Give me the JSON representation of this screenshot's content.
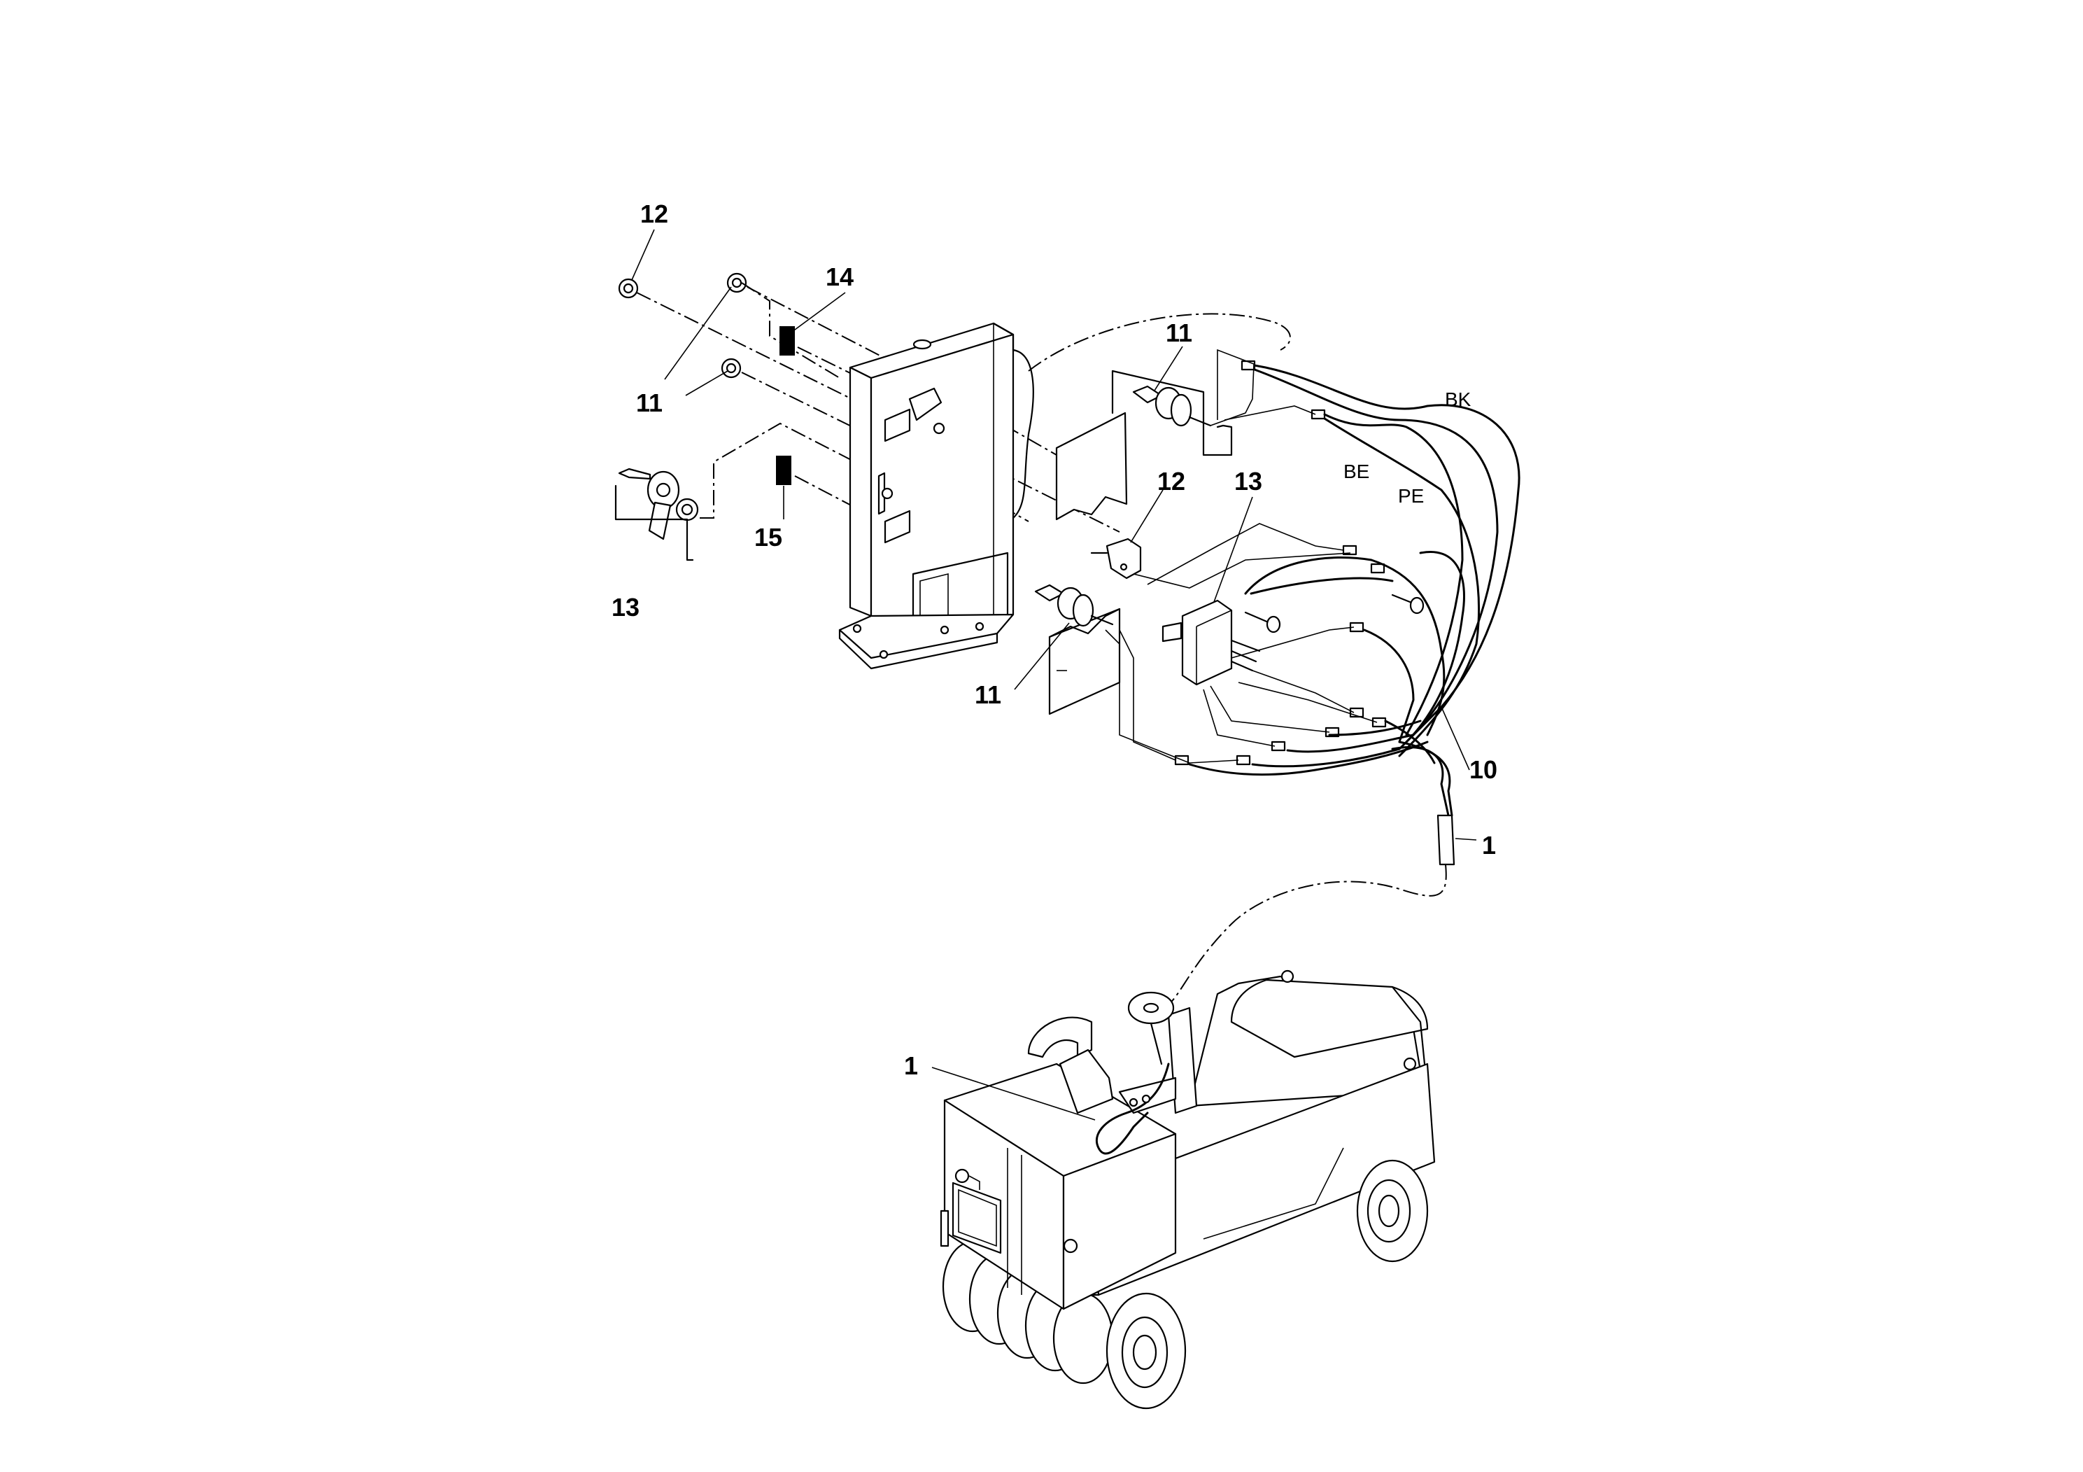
{
  "callouts": {
    "c12_top": "12",
    "c11_left": "11",
    "c14": "14",
    "c15": "15",
    "c13_left": "13",
    "c11_top": "11",
    "c12_mid": "12",
    "c13_mid": "13",
    "c11_bottom": "11",
    "c10": "10",
    "c1_cable": "1",
    "c1_machine": "1"
  },
  "wire_labels": {
    "bk": "BK",
    "be": "BE",
    "pe": "PE"
  }
}
